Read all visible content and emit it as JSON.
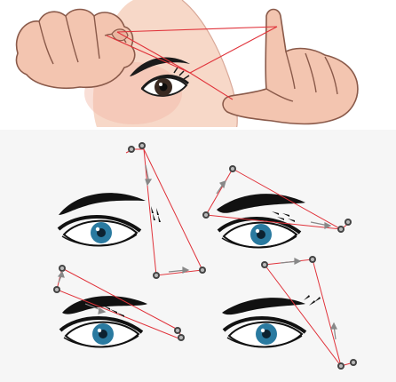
{
  "figure": {
    "panels": [
      {
        "id": "top",
        "subject": "hands-holding-thread-near-eye"
      },
      {
        "id": "bottom",
        "subject": "four-eyebrow-threading-diagrams"
      }
    ],
    "icons": [
      "eye-icon",
      "eyebrow-icon",
      "hand-icon",
      "thread-triangle-icon",
      "hair-strand-icon"
    ],
    "colors": {
      "skin": "#f3c5b0",
      "skin_outline": "#8a5a4a",
      "face": "#f7d8c8",
      "thread": "#e0323a",
      "brow": "#1b1b1b",
      "iris": "#2a7aa0",
      "pupil": "#0d2230",
      "background_bottom": "#f6f6f6"
    }
  }
}
